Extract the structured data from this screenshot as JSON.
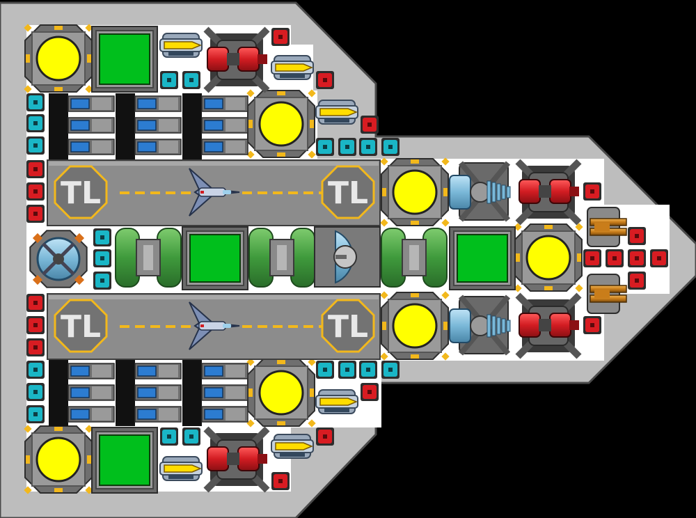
{
  "colors": {
    "background": "#000000",
    "hull_outer": "#4a4a4a",
    "hull_fill": "#bdbdbd",
    "deck": "#ffffff",
    "reactor_core": "#ffff00",
    "reactor_body": "#7a7a7a",
    "corner_accent": "#f2b81c",
    "storage_panel": "#00bf1c",
    "storage_frame": "#5a5a5a",
    "shield_cell": "#1ab6c6",
    "ammo_cell": "#d81c22",
    "tank_green": "#49a648",
    "runway": "#8c8c8c",
    "runway_dash": "#f2b81c",
    "pad_hex": "#737373",
    "missile_body": "#ffdd00",
    "turret_red": "#d21c22",
    "thruster_blue": "#7ab8d8",
    "gun_orange": "#c97d1a",
    "cockpit_blue": "#9ed0ec",
    "fighter_blue": "#7d8fb5"
  },
  "modules": {
    "reactor": "reactor-module",
    "storage": "cargo-storage-module",
    "shield": "shield-cell",
    "ammo": "ammo-crate",
    "launcher": "missile-launcher",
    "turret": "twin-cannon-turret",
    "battery": "battery-rack",
    "hangar": "hangar-runway",
    "fighter": "fighter-craft",
    "tank": "fuel-tank",
    "cockpit": "command-bridge",
    "engine": "ion-thruster",
    "gun": "autocannon",
    "hatch": "airlock-hatch"
  },
  "hangar": {
    "pad_label_left": "TL",
    "pad_label_right": "TL"
  }
}
